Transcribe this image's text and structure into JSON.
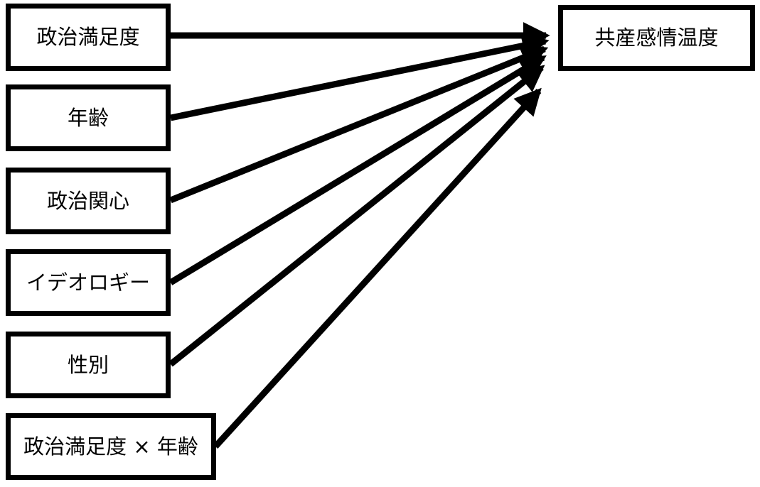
{
  "diagram": {
    "type": "path-diagram",
    "predictors": [
      {
        "label": "政治満足度"
      },
      {
        "label": "年齢"
      },
      {
        "label": "政治関心"
      },
      {
        "label": "イデオロギー"
      },
      {
        "label": "性別"
      },
      {
        "label": "政治満足度 × 年齢"
      }
    ],
    "outcome": {
      "label": "共産感情温度"
    },
    "edges": [
      {
        "from": "政治満足度",
        "to": "共産感情温度"
      },
      {
        "from": "年齢",
        "to": "共産感情温度"
      },
      {
        "from": "政治関心",
        "to": "共産感情温度"
      },
      {
        "from": "イデオロギー",
        "to": "共産感情温度"
      },
      {
        "from": "性別",
        "to": "共産感情温度"
      },
      {
        "from": "政治満足度 × 年齢",
        "to": "共産感情温度"
      }
    ],
    "colors": {
      "background": "#ffffff",
      "box_border": "#000000",
      "box_fill": "#ffffff",
      "arrow": "#000000",
      "text": "#000000"
    }
  }
}
